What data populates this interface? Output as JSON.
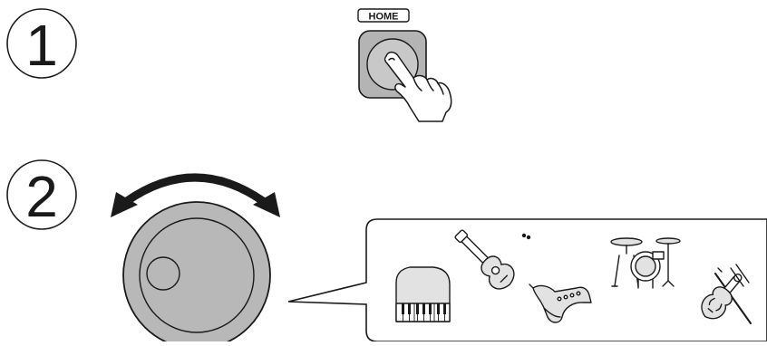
{
  "steps": [
    {
      "number": "1"
    },
    {
      "number": "2"
    }
  ],
  "home_button": {
    "label": "HOME"
  },
  "dial": {
    "rotation_direction": "both"
  },
  "callout": {
    "instruments": [
      {
        "name": "piano-icon"
      },
      {
        "name": "guitar-icon"
      },
      {
        "name": "saxophone-icon"
      },
      {
        "name": "drum-kit-icon"
      },
      {
        "name": "violin-icon"
      }
    ]
  },
  "colors": {
    "line": "#1a1a1a",
    "button_fill": "#b4b4b4",
    "button_face": "#c8c8c8",
    "dial_fill": "#b8b8b8",
    "instrument_shade": "#e2e2e2"
  }
}
